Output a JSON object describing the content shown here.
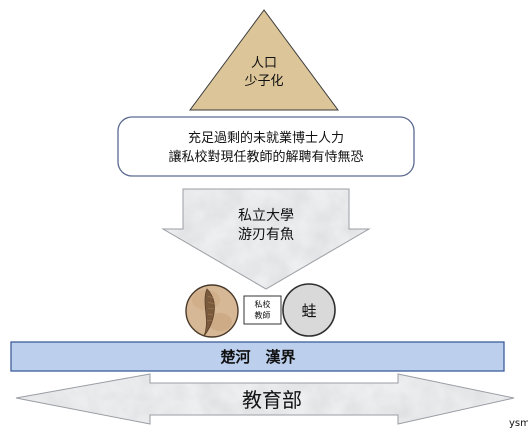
{
  "triangle": {
    "line1": "人口",
    "line2": "少子化"
  },
  "banner": {
    "line1": "充足過剩的未就業博士人力",
    "line2": "讓私校對現任教師的解聘有恃無恐"
  },
  "down_arrow": {
    "line1": "私立大學",
    "line2": "游刃有魚"
  },
  "fish_circle": {
    "icon": "fish-fossil-icon"
  },
  "middle_box": {
    "line1": "私校",
    "line2": "教師"
  },
  "frog_circle": {
    "label": "蛙"
  },
  "blue_bar": {
    "label": "楚河　漢界"
  },
  "bottom_arrow": {
    "label": "教育部"
  },
  "watermark": {
    "text": "ysm"
  },
  "colors": {
    "triangle_fill": "#dcc598",
    "banner_border": "#5b6a90",
    "bar_fill": "#bcd0ee",
    "bar_border": "#3d5d99",
    "frog_circle": "#d9d9d9",
    "fish_circle": "#d7b896"
  }
}
